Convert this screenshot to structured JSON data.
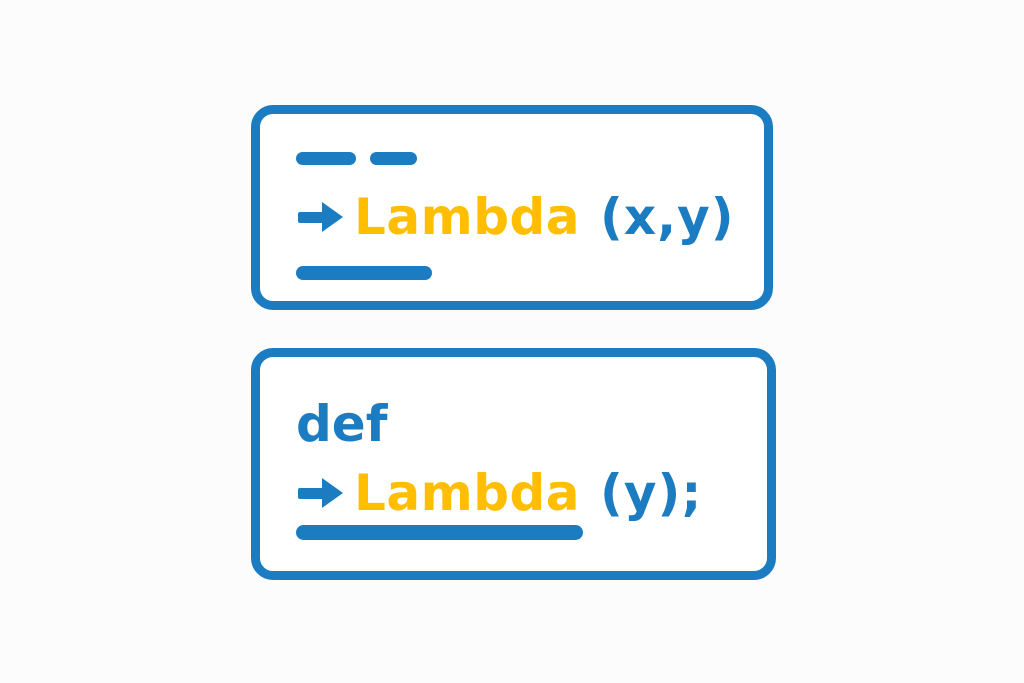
{
  "illustration": {
    "title": "Lambda function code snippet illustration",
    "background_color": "#fcfcfc",
    "accent_blue": "#1b7cc2",
    "accent_yellow": "#ffbe00",
    "card_background": "#ffffff"
  },
  "cards": [
    {
      "id": "lambda-anonymous",
      "top_dashes": [
        "dash-long",
        "dash-short"
      ],
      "keyword": "",
      "arrow_icon": "arrow-right-icon",
      "function_name": "Lambda",
      "arguments": "(x,y)",
      "underline": "underline-short"
    },
    {
      "id": "lambda-def",
      "top_dashes": [],
      "keyword": "def",
      "arrow_icon": "arrow-right-icon",
      "function_name": "Lambda",
      "arguments": "(y);",
      "underline": "underline-long"
    }
  ]
}
